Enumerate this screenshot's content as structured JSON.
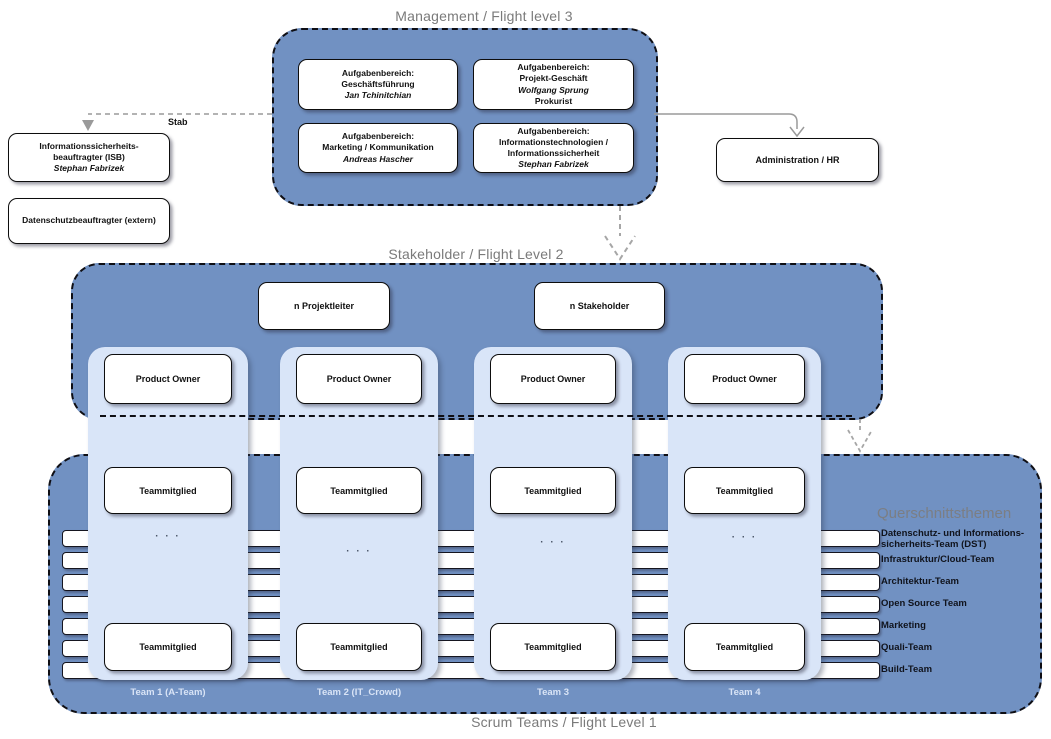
{
  "titles": {
    "management": "Management / Flight level 3",
    "stakeholder": "Stakeholder / Flight Level 2",
    "scrum": "Scrum Teams / Flight Level 1"
  },
  "management": {
    "cards": [
      {
        "top": "Aufgabenbereich:\nGeschäftsführung",
        "name": "Jan Tchinitchian",
        "bottom": ""
      },
      {
        "top": "Aufgabenbereich:\nProjekt-Geschäft",
        "name": "Wolfgang Sprung",
        "bottom": "Prokurist"
      },
      {
        "top": "Aufgabenbereich:\nMarketing / Kommunikation",
        "name": "Andreas Hascher",
        "bottom": ""
      },
      {
        "top": "Aufgabenbereich:\nInformationstechnologien /\nInformationssicherheit",
        "name": "Stephan Fabrizek",
        "bottom": ""
      }
    ]
  },
  "left_boxes": {
    "isb_top": "Informationssicherheits-\nbeauftragter (ISB)",
    "isb_name": "Stephan Fabrizek",
    "datenschutz": "Datenschutzbeauftragter (extern)",
    "stab": "Stab"
  },
  "admin_box": {
    "label": "Administration / HR"
  },
  "stakeholder": {
    "projektleiter": "n Projektleiter",
    "stakeholder_box": "n Stakeholder",
    "product_owner": "Product Owner"
  },
  "teams": {
    "member": "Teammitglied",
    "dots": "· · ·",
    "labels": [
      "Team 1 (A-Team)",
      "Team 2 (IT_Crowd)",
      "Team 3",
      "Team 4"
    ]
  },
  "querschnitt": {
    "title": "Querschnittsthemen",
    "items": [
      "Datenschutz- und Informations-\nsicherheits-Team (DST)",
      "Infrastruktur/Cloud-Team",
      "Architektur-Team",
      "Open Source Team",
      "Marketing",
      "Quali-Team",
      "Build-Team"
    ]
  },
  "colors": {
    "container_blue": "#7191c2",
    "column_blue": "#d9e5f8",
    "box_white": "#ffffff",
    "title_gray": "#7a7a7a",
    "connector_gray": "#9a9a9a"
  }
}
